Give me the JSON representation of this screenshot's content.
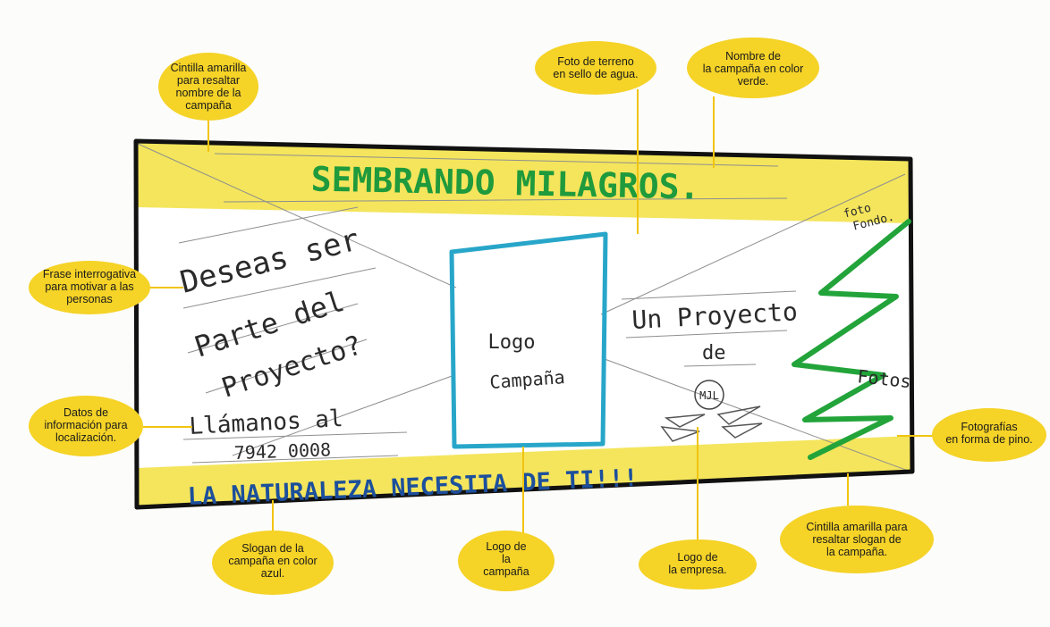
{
  "sketch": {
    "campaign_name": "SEMBRANDO MILAGROS.",
    "foto_fondo": [
      "foto",
      "Fondo."
    ],
    "question_lines": [
      "Deseas ser",
      "Parte del",
      "Proyecto?"
    ],
    "contact_lines": [
      "Llámanos al",
      "7942 0008"
    ],
    "logo_text": [
      "Logo",
      "Campaña"
    ],
    "project_lines": [
      "Un Proyecto",
      "de"
    ],
    "company_initials": "MJL",
    "photos_label": "Fotos",
    "slogan": "LA NATURALEZA NECESITA DE TI!!!"
  },
  "annotations": [
    {
      "id": "cintilla-amarilla-nombre",
      "lines": [
        "Cintilla amarilla",
        "para resaltar",
        "nombre de la",
        "campaña"
      ]
    },
    {
      "id": "foto-terreno",
      "lines": [
        "Foto de terreno",
        "en sello de agua."
      ]
    },
    {
      "id": "nombre-verde",
      "lines": [
        "Nombre de",
        "la campaña en color",
        "verde."
      ]
    },
    {
      "id": "frase-interrogativa",
      "lines": [
        "Frase interrogativa",
        "para motivar a las",
        "personas"
      ]
    },
    {
      "id": "datos-localizacion",
      "lines": [
        "Datos de",
        "información para",
        "localización."
      ]
    },
    {
      "id": "fotografias-pino",
      "lines": [
        "Fotografías",
        "en forma de pino."
      ]
    },
    {
      "id": "slogan-azul",
      "lines": [
        "Slogan de la",
        "campaña en color",
        "azul."
      ]
    },
    {
      "id": "logo-campana",
      "lines": [
        "Logo de",
        "la",
        "campaña"
      ]
    },
    {
      "id": "logo-empresa",
      "lines": [
        "Logo de",
        "la empresa."
      ]
    },
    {
      "id": "cintilla-amarilla-slogan",
      "lines": [
        "Cintilla amarilla para",
        "resaltar slogan de",
        "la campaña."
      ]
    }
  ],
  "colors": {
    "yellow_band": "#f3e24a",
    "bubble": "#f5d327",
    "campaign_green": "#1f9a3c",
    "slogan_blue": "#1c4f9c",
    "logo_frame": "#28a6c9",
    "pine_green": "#22a43a"
  }
}
